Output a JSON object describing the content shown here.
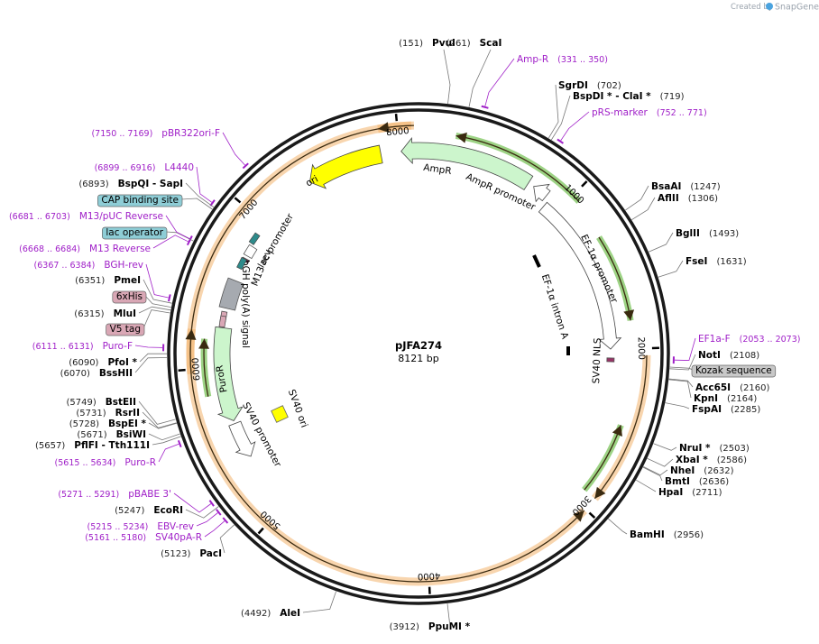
{
  "plasmid": {
    "name": "pJFA274",
    "size": "8121 bp"
  },
  "credit": {
    "prefix": "Created by",
    "brand": "SnapGene"
  },
  "ticks": [
    {
      "label": "8000",
      "pos": 8000
    },
    {
      "label": "1000",
      "pos": 1000
    },
    {
      "label": "2000",
      "pos": 2000
    },
    {
      "label": "3000",
      "pos": 3000
    },
    {
      "label": "4000",
      "pos": 4000
    },
    {
      "label": "5000",
      "pos": 5000
    },
    {
      "label": "6000",
      "pos": 6000
    },
    {
      "label": "7000",
      "pos": 7000
    }
  ],
  "sites": [
    {
      "name": "PvuI",
      "pos_text": "(151)",
      "pos": 151
    },
    {
      "name": "ScaI",
      "pos_text": "(261)",
      "pos": 261
    },
    {
      "name": "SgrDI",
      "pos_text": "(702)",
      "pos": 702
    },
    {
      "name": "BspDI *  - ClaI *",
      "pos_text": "(719)",
      "pos": 719
    },
    {
      "name": "BsaAI",
      "pos_text": "(1247)",
      "pos": 1247
    },
    {
      "name": "AflII",
      "pos_text": "(1306)",
      "pos": 1306
    },
    {
      "name": "BglII",
      "pos_text": "(1493)",
      "pos": 1493
    },
    {
      "name": "FseI",
      "pos_text": "(1631)",
      "pos": 1631
    },
    {
      "name": "NotI",
      "pos_text": "(2108)",
      "pos": 2108
    },
    {
      "name": "Acc65I",
      "pos_text": "(2160)",
      "pos": 2160
    },
    {
      "name": "KpnI",
      "pos_text": "(2164)",
      "pos": 2164
    },
    {
      "name": "FspAI",
      "pos_text": "(2285)",
      "pos": 2285
    },
    {
      "name": "NruI *",
      "pos_text": "(2503)",
      "pos": 2503
    },
    {
      "name": "XbaI *",
      "pos_text": "(2586)",
      "pos": 2586
    },
    {
      "name": "NheI",
      "pos_text": "(2632)",
      "pos": 2632
    },
    {
      "name": "BmtI",
      "pos_text": "(2636)",
      "pos": 2636
    },
    {
      "name": "HpaI",
      "pos_text": "(2711)",
      "pos": 2711
    },
    {
      "name": "BamHI",
      "pos_text": "(2956)",
      "pos": 2956
    },
    {
      "name": "PpuMI *",
      "pos_text": "(3912)",
      "pos": 3912
    },
    {
      "name": "AleI",
      "pos_text": "(4492)",
      "pos": 4492
    },
    {
      "name": "PacI",
      "pos_text": "(5123)",
      "pos": 5123
    },
    {
      "name": "EcoRI",
      "pos_text": "(5247)",
      "pos": 5247
    },
    {
      "name": "PflFI  - Tth111I",
      "pos_text": "(5657)",
      "pos": 5657
    },
    {
      "name": "BsiWI",
      "pos_text": "(5671)",
      "pos": 5671
    },
    {
      "name": "BspEI *",
      "pos_text": "(5728)",
      "pos": 5728
    },
    {
      "name": "RsrII",
      "pos_text": "(5731)",
      "pos": 5731
    },
    {
      "name": "BstEII",
      "pos_text": "(5749)",
      "pos": 5749
    },
    {
      "name": "BssHII",
      "pos_text": "(6070)",
      "pos": 6070
    },
    {
      "name": "PfoI *",
      "pos_text": "(6090)",
      "pos": 6090
    },
    {
      "name": "MluI",
      "pos_text": "(6315)",
      "pos": 6315
    },
    {
      "name": "PmeI",
      "pos_text": "(6351)",
      "pos": 6351
    },
    {
      "name": "BspQI   - SapI",
      "pos_text": "(6893)",
      "pos": 6893
    }
  ],
  "primers": [
    {
      "name": "Amp-R",
      "range": "(331 .. 350)",
      "pos": 340
    },
    {
      "name": "pRS-marker",
      "range": "(752 .. 771)",
      "pos": 761
    },
    {
      "name": "EF1a-F",
      "range": "(2053 .. 2073)",
      "pos": 2063
    },
    {
      "name": "Puro-R",
      "range": "(5615 .. 5634)",
      "pos": 5624
    },
    {
      "name": "pBABE 3'",
      "range": "(5271 .. 5291)",
      "pos": 5281
    },
    {
      "name": "EBV-rev",
      "range": "(5215 .. 5234)",
      "pos": 5224
    },
    {
      "name": "SV40pA-R",
      "range": "(5161 .. 5180)",
      "pos": 5170
    },
    {
      "name": "Puro-F",
      "range": "(6111 .. 6131)",
      "pos": 6121
    },
    {
      "name": "BGH-rev",
      "range": "(6367 .. 6384)",
      "pos": 6375
    },
    {
      "name": "M13 Reverse",
      "range": "(6668 .. 6684)",
      "pos": 6676
    },
    {
      "name": "M13/pUC Reverse",
      "range": "(6681 .. 6703)",
      "pos": 6692
    },
    {
      "name": "L4440",
      "range": "(6899 .. 6916)",
      "pos": 6907
    },
    {
      "name": "pBR322ori-F",
      "range": "(7150 .. 7169)",
      "pos": 7159
    }
  ],
  "boxed_features": [
    {
      "name": "CAP binding site",
      "color": "#8ecdd6"
    },
    {
      "name": "lac operator",
      "color": "#8ecdd6"
    },
    {
      "name": "6xHis",
      "color": "#d9a7b5"
    },
    {
      "name": "V5 tag",
      "color": "#d9a7b5"
    },
    {
      "name": "Kozak sequence",
      "color": "#c8c8c8"
    }
  ],
  "features": [
    {
      "name": "AmpR",
      "color": "#ccf5cc"
    },
    {
      "name": "AmpR promoter",
      "color": "#ffffff"
    },
    {
      "name": "ori",
      "color": "#ffff00"
    },
    {
      "name": "EF-1α promoter",
      "color": "#ffffff"
    },
    {
      "name": "EF-1α intron A",
      "color": "#000000"
    },
    {
      "name": "SV40 NLS",
      "color": "#993366"
    },
    {
      "name": "lac promoter",
      "color": "#ffffff"
    },
    {
      "name": "M13 rev",
      "color": "#993366"
    },
    {
      "name": "bGH poly(A) signal",
      "color": "#a6aab0"
    },
    {
      "name": "PuroR",
      "color": "#ccf5cc"
    },
    {
      "name": "SV40 promoter",
      "color": "#ffffff"
    },
    {
      "name": "SV40 ori",
      "color": "#ffff00"
    }
  ],
  "colors": {
    "backbone": "#1a1a1a",
    "primer": "#a020c8",
    "orf_orange": "#f2b36b",
    "orf_green": "#4caf20"
  }
}
